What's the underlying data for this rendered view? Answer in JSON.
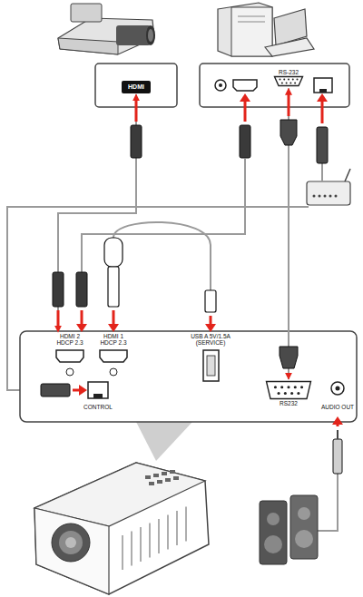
{
  "diagram": {
    "nodes": [
      {
        "text": [
          "HDMI"
        ]
      },
      {
        "text": [
          "RS-232"
        ]
      },
      {
        "text": [
          "HDMI 2 HDCP 2.3"
        ]
      },
      {
        "text": [
          "HDMI 1 HDCP 2.3"
        ]
      },
      {
        "text": [
          "USB A 5V/1.5A (SERVICE)"
        ]
      },
      {
        "text": [
          "CONTROL"
        ]
      },
      {
        "text": [
          "RS232"
        ]
      },
      {
        "text": [
          "AUDIO OUT"
        ]
      }
    ],
    "edges": [
      {
        "from": 0,
        "to": 2,
        "arrow": "both"
      },
      {
        "from": 1,
        "to": 6,
        "arrow": "both"
      }
    ]
  }
}
